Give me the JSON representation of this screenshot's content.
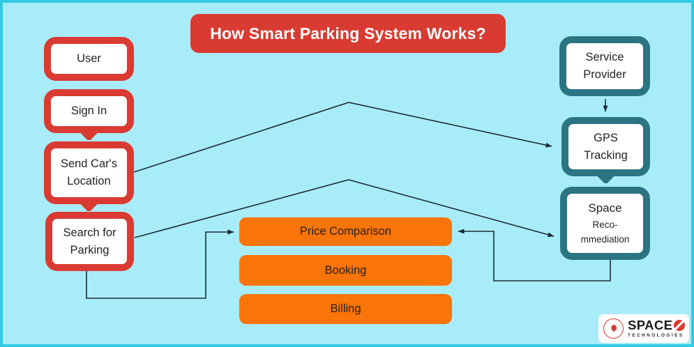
{
  "title": "How Smart Parking System Works?",
  "colors": {
    "red": "#D93B32",
    "teal": "#2A7484",
    "orange": "#F97409",
    "background": "#A9ECF9",
    "canvas_border": "#30CBE3",
    "wire": "#1C2B33"
  },
  "left_flow": {
    "items": [
      {
        "label": "User",
        "lines": [
          "User"
        ]
      },
      {
        "label": "Sign In",
        "lines": [
          "Sign In"
        ]
      },
      {
        "label": "Send Car's Location",
        "lines": [
          "Send Car's",
          "Location"
        ]
      },
      {
        "label": "Search for Parking",
        "lines": [
          "Search for",
          "Parking"
        ]
      }
    ]
  },
  "right_flow": {
    "items": [
      {
        "label": "Service Provider",
        "lines": [
          "Service",
          "Provider"
        ]
      },
      {
        "label": "GPS Tracking",
        "lines": [
          "GPS",
          "Tracking"
        ]
      },
      {
        "label": "Space Reco-mmediation",
        "lines": [
          "Space",
          "Reco-",
          "mmediation"
        ]
      }
    ]
  },
  "center_flow": {
    "items": [
      {
        "label": "Price Comparison"
      },
      {
        "label": "Booking"
      },
      {
        "label": "Billing"
      }
    ]
  },
  "logo": {
    "brand": "SPACE",
    "tagline": "TECHNOLOGIES",
    "icons": {
      "leaf": "maple-leaf-icon",
      "slashed_o": "slashed-o-icon"
    }
  }
}
